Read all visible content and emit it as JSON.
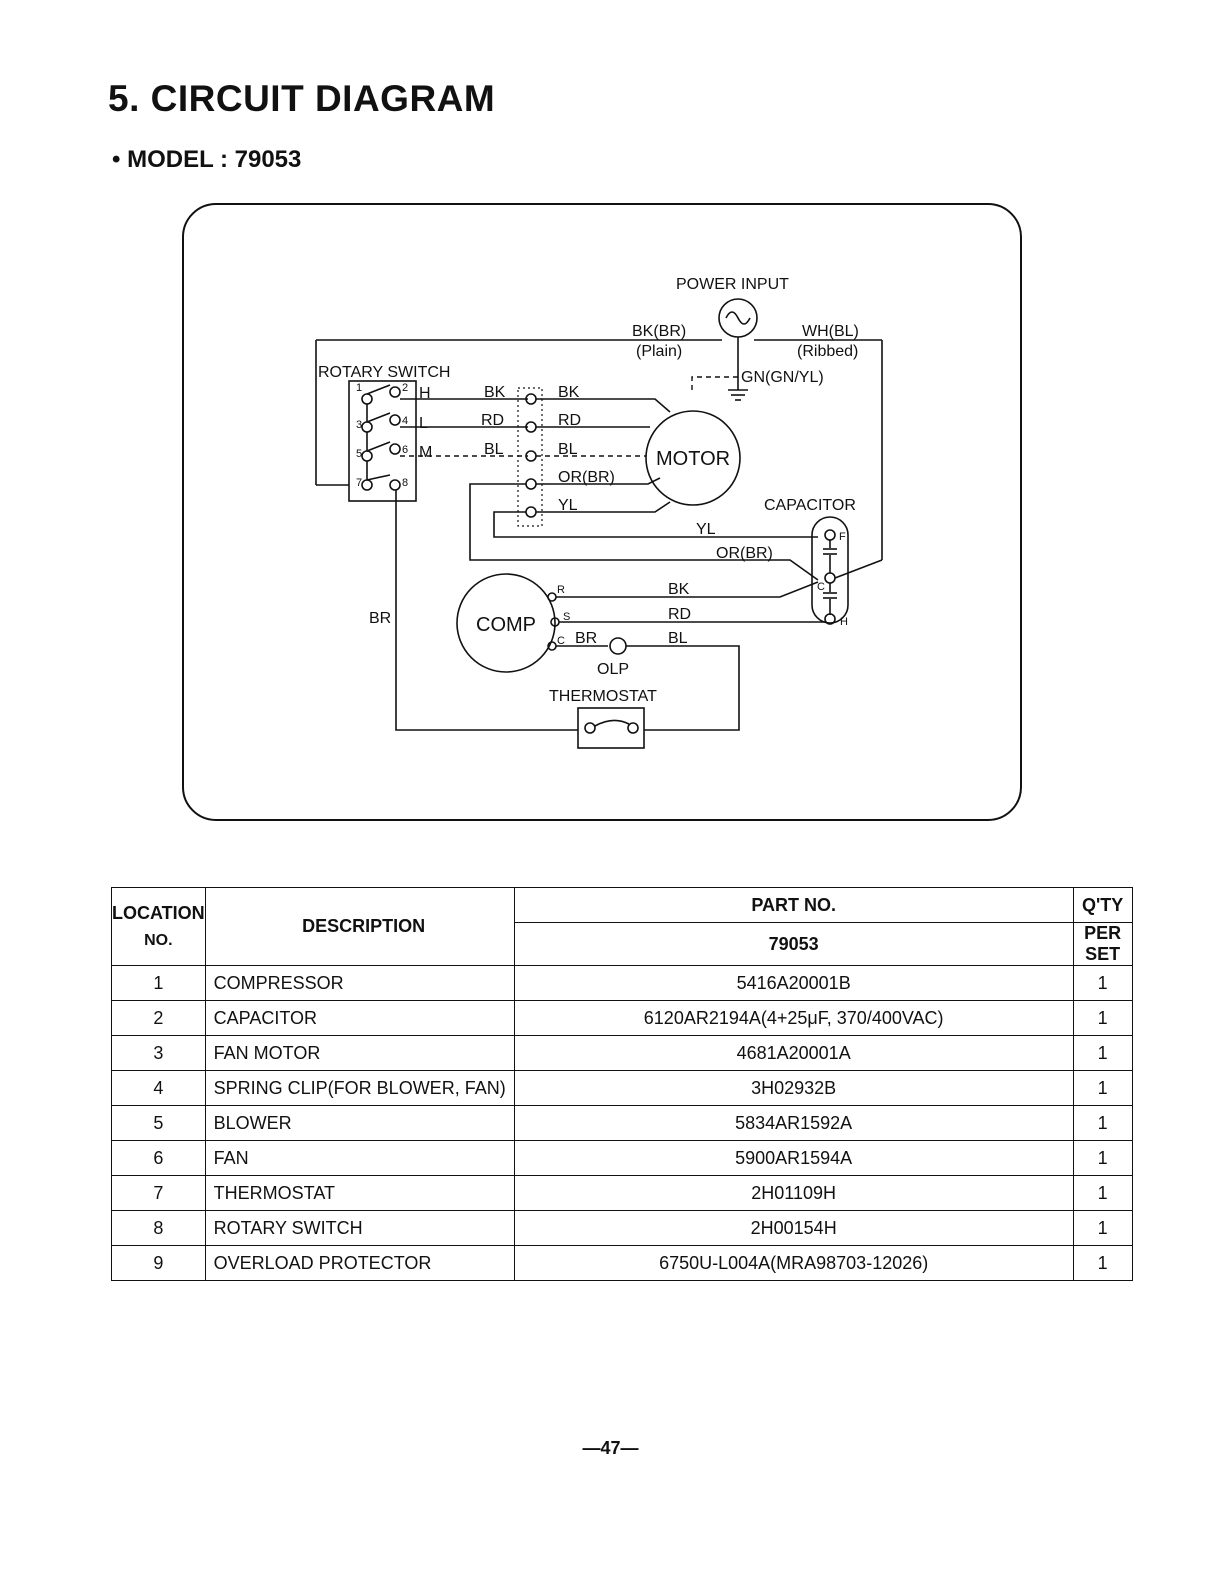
{
  "heading": {
    "title": "5. CIRCUIT DIAGRAM",
    "model": "• MODEL : 79053"
  },
  "diagram": {
    "power_input": "POWER INPUT",
    "bk_br": "BK(BR)",
    "plain": "(Plain)",
    "wh_bl": "WH(BL)",
    "ribbed": "(Ribbed)",
    "ground": "GN(GN/YL)",
    "rotary_switch": "ROTARY SWITCH",
    "switch_h": "H",
    "switch_l": "L",
    "switch_m": "M",
    "motor": "MOTOR",
    "capacitor": "CAPACITOR",
    "comp": "COMP",
    "olp": "OLP",
    "thermostat": "THERMOSTAT",
    "br": "BR",
    "wires": {
      "bk": "BK",
      "rd": "RD",
      "bl": "BL",
      "or_br": "OR(BR)",
      "yl": "YL",
      "bk2": "BK",
      "rd2": "RD",
      "bl2": "BL",
      "br2": "BR",
      "yl2": "YL",
      "or_br2": "OR(BR)"
    },
    "terminals": {
      "r": "R",
      "s": "S",
      "c": "C",
      "f": "F",
      "cap_c": "C",
      "h": "H",
      "t1": "1",
      "t2": "2",
      "t3": "3",
      "t4": "4",
      "t5": "5",
      "t6": "6",
      "t7": "7",
      "t8": "8"
    }
  },
  "table": {
    "headers": {
      "location_line1": "LOCATION",
      "location_line2": "NO.",
      "description": "DESCRIPTION",
      "part_no": "PART NO.",
      "model": "79053",
      "qty_line1": "Q'TY",
      "qty_line2": "PER SET"
    },
    "rows": [
      {
        "loc": "1",
        "desc": "COMPRESSOR",
        "part": "5416A20001B",
        "qty": "1"
      },
      {
        "loc": "2",
        "desc": "CAPACITOR",
        "part": "6120AR2194A(4+25μF, 370/400VAC)",
        "qty": "1"
      },
      {
        "loc": "3",
        "desc": "FAN MOTOR",
        "part": "4681A20001A",
        "qty": "1"
      },
      {
        "loc": "4",
        "desc": "SPRING CLIP(FOR BLOWER, FAN)",
        "part": "3H02932B",
        "qty": "1"
      },
      {
        "loc": "5",
        "desc": "BLOWER",
        "part": "5834AR1592A",
        "qty": "1"
      },
      {
        "loc": "6",
        "desc": "FAN",
        "part": "5900AR1594A",
        "qty": "1"
      },
      {
        "loc": "7",
        "desc": "THERMOSTAT",
        "part": "2H01109H",
        "qty": "1"
      },
      {
        "loc": "8",
        "desc": "ROTARY SWITCH",
        "part": "2H00154H",
        "qty": "1"
      },
      {
        "loc": "9",
        "desc": "OVERLOAD PROTECTOR",
        "part": "6750U-L004A(MRA98703-12026)",
        "qty": "1"
      }
    ]
  },
  "footer": {
    "page_number": "—47—"
  }
}
